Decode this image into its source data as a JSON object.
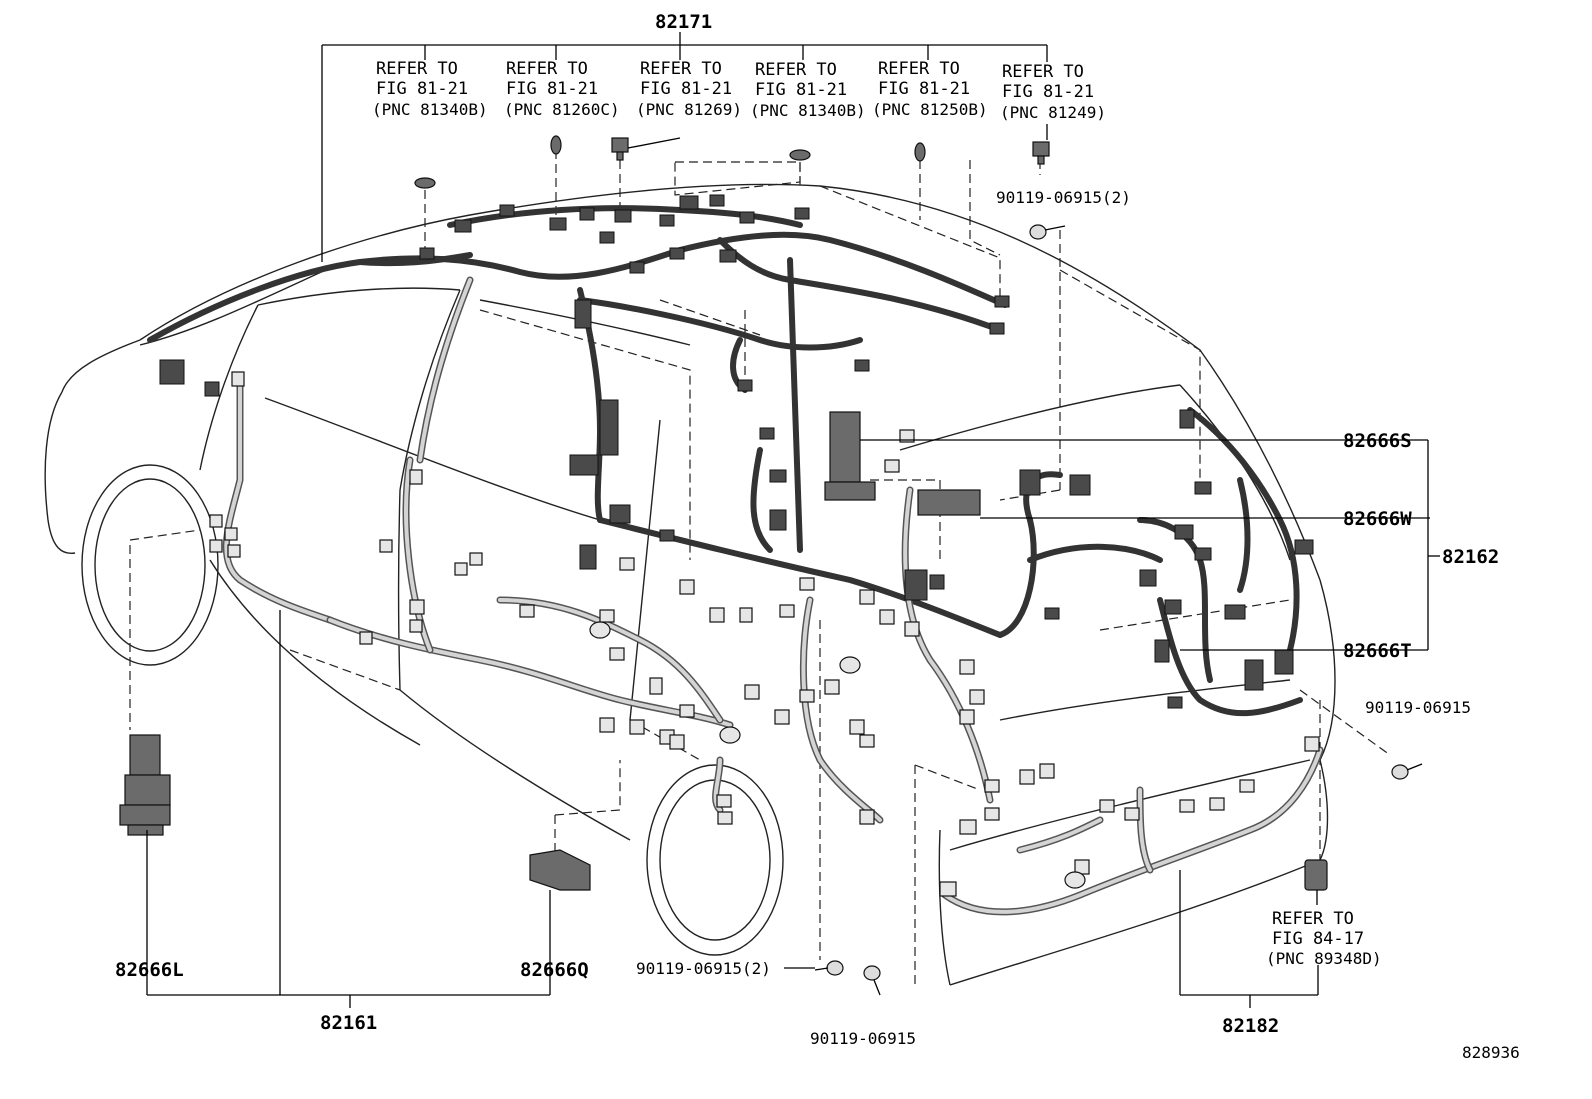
{
  "figure_number": "828936",
  "top_harness": {
    "part_number": "82171",
    "refs": [
      {
        "line1": "REFER TO",
        "line2": "FIG 81-21",
        "line3": "(PNC 81340B)"
      },
      {
        "line1": "REFER TO",
        "line2": "FIG 81-21",
        "line3": "(PNC 81260C)"
      },
      {
        "line1": "REFER TO",
        "line2": "FIG 81-21",
        "line3": "(PNC 81269)"
      },
      {
        "line1": "REFER TO",
        "line2": "FIG 81-21",
        "line3": "(PNC 81340B)"
      },
      {
        "line1": "REFER TO",
        "line2": "FIG 81-21",
        "line3": "(PNC 81250B)"
      },
      {
        "line1": "REFER TO",
        "line2": "FIG 81-21",
        "line3": "(PNC 81249)"
      }
    ]
  },
  "bolts": {
    "top_right": "90119-06915(2)",
    "right": "90119-06915",
    "bottom_center": "90119-06915(2)",
    "bottom": "90119-06915"
  },
  "right_parts": {
    "p1": "82666S",
    "p2": "82666W",
    "group": "82162",
    "p3": "82666T"
  },
  "bottom_parts": {
    "left_part": "82666L",
    "mid_part": "82666Q",
    "group": "82161",
    "rear_group": "82182"
  },
  "rear_ref": {
    "line1": "REFER TO",
    "line2": "FIG 84-17",
    "line3": "(PNC 89348D)"
  }
}
